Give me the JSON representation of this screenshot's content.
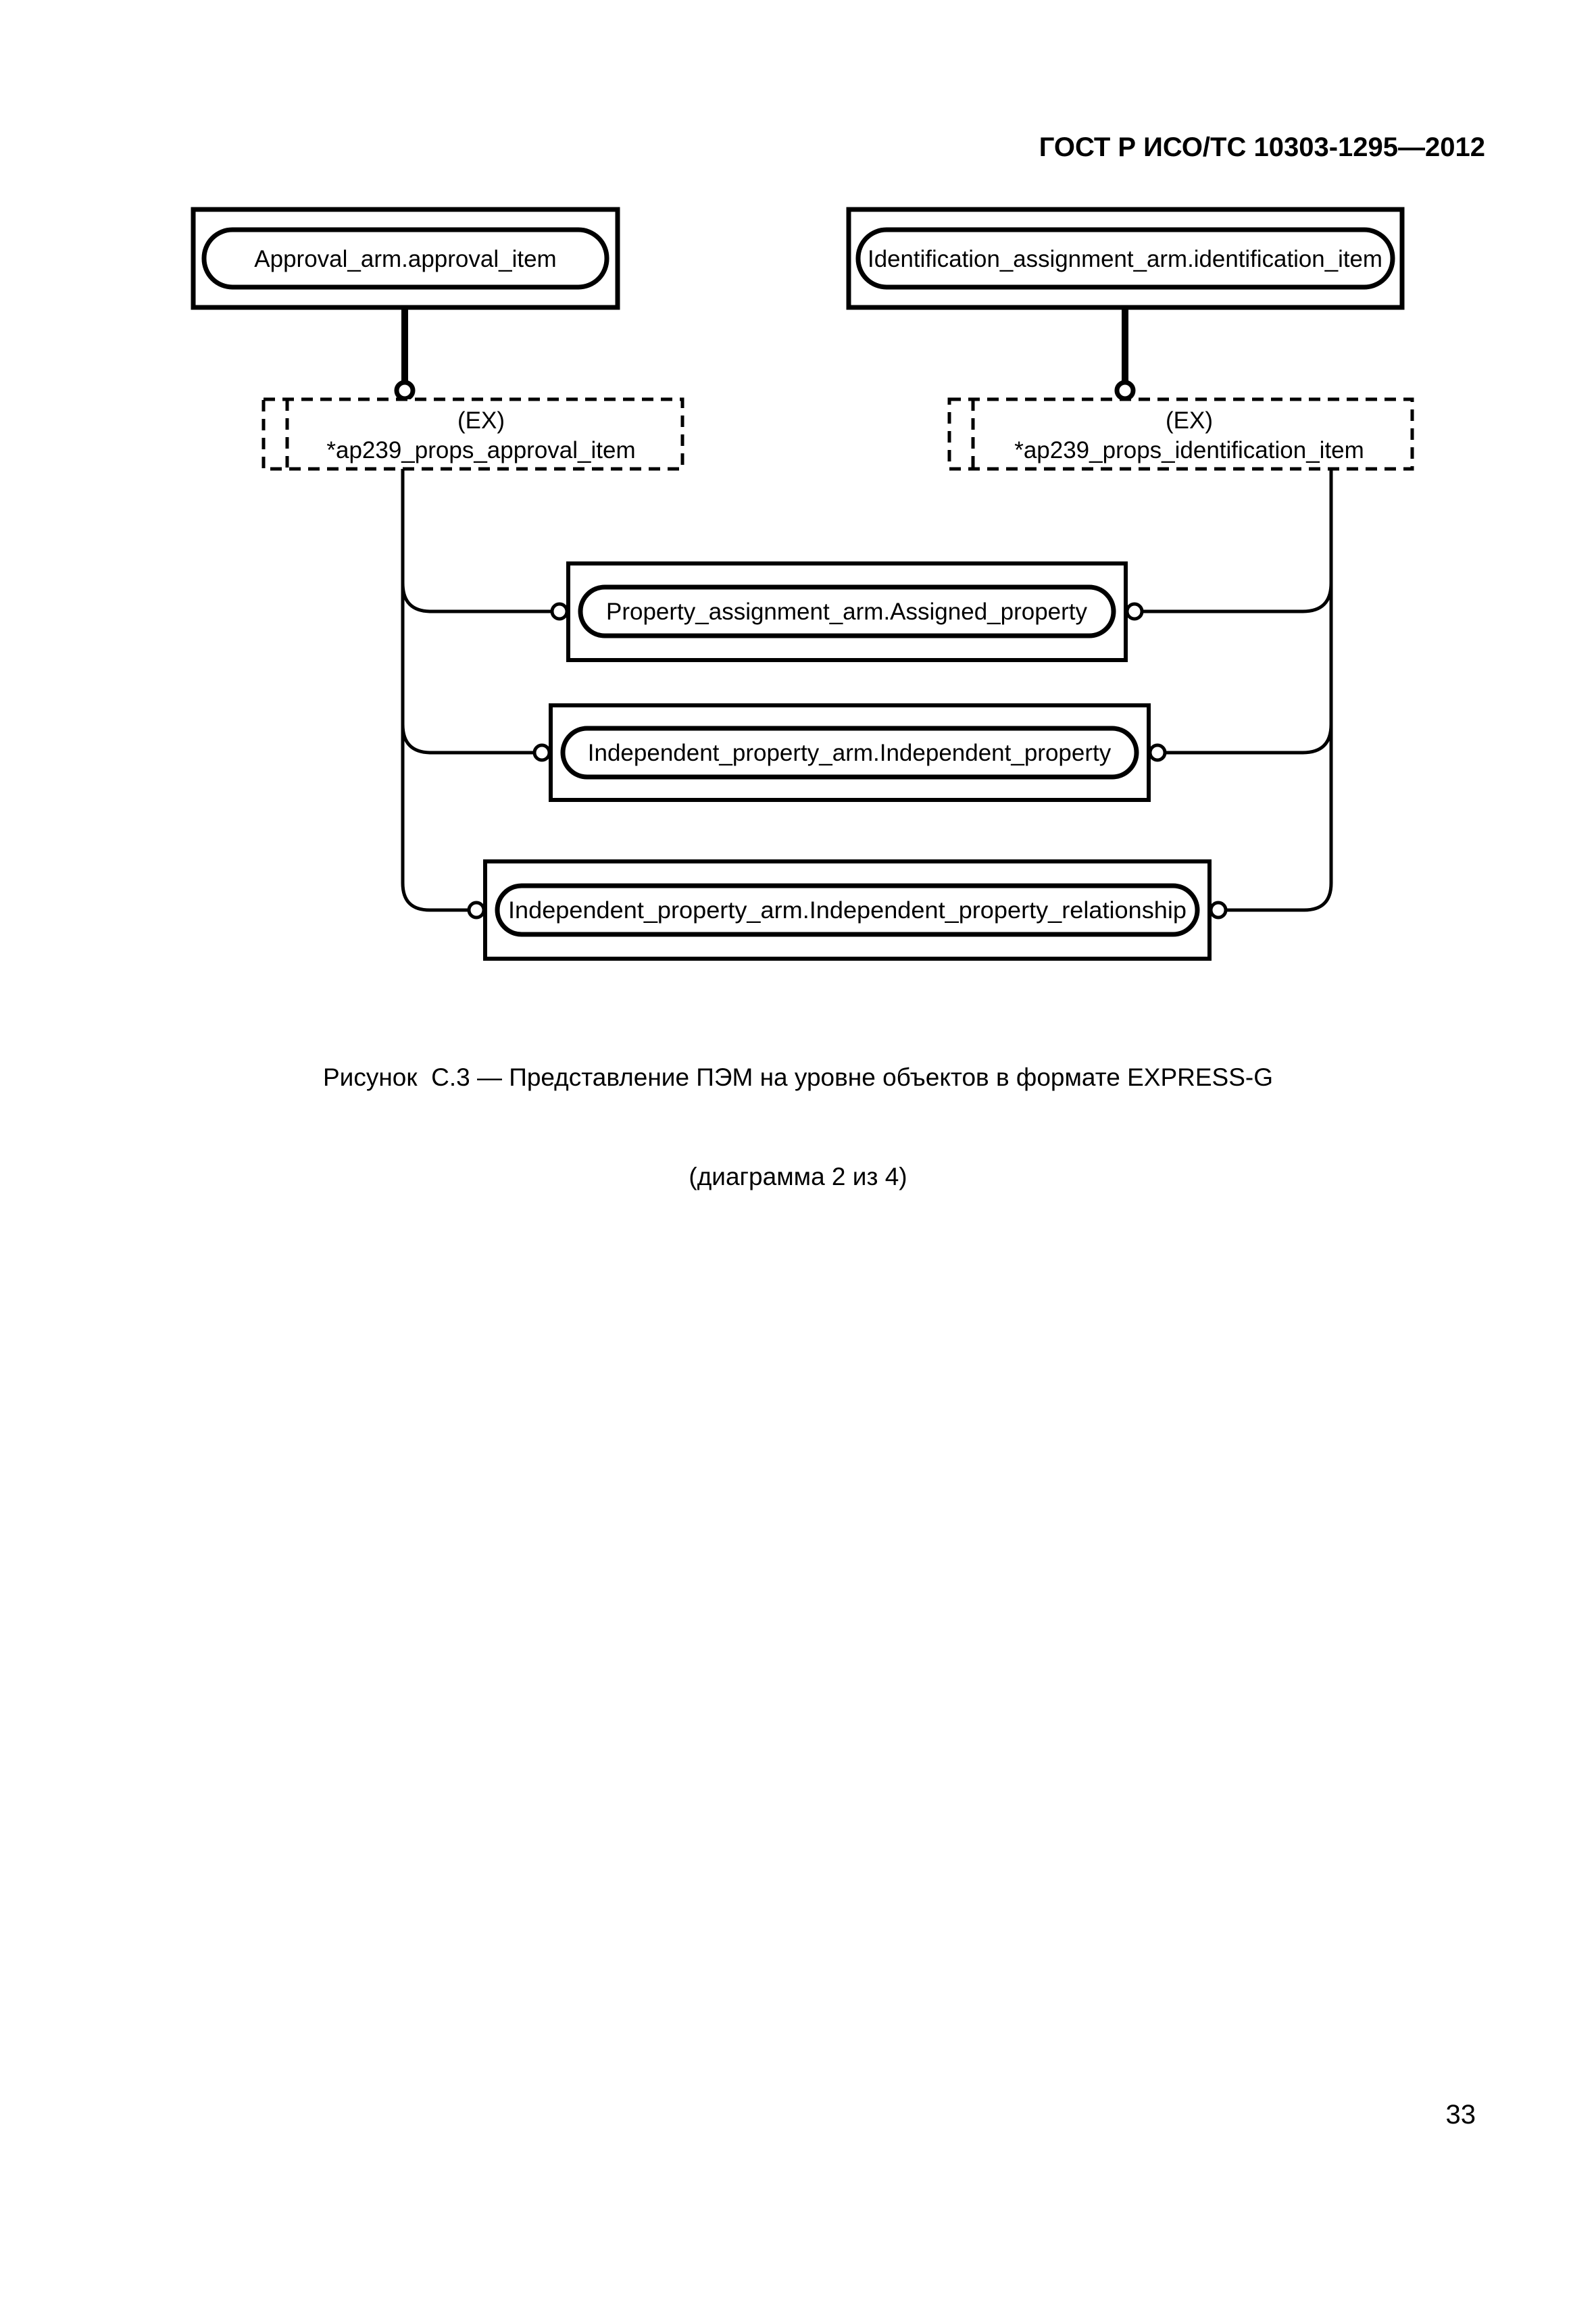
{
  "page": {
    "header": "ГОСТ Р ИСО/ТС 10303-1295—2012",
    "page_number": "33",
    "colors": {
      "ink": "#000000",
      "paper": "#ffffff"
    }
  },
  "diagram": {
    "type": "EXPRESS-G entity level model",
    "top_entities": [
      {
        "label": "Approval_arm.approval_item"
      },
      {
        "label": "Identification_assignment_arm.identification_item"
      }
    ],
    "schema_refs": [
      {
        "line1": "(EX)",
        "line2": "*ap239_props_approval_item"
      },
      {
        "line1": "(EX)",
        "line2": "*ap239_props_identification_item"
      }
    ],
    "entities": [
      {
        "label": "Property_assignment_arm.Assigned_property"
      },
      {
        "label": "Independent_property_arm.Independent_property"
      },
      {
        "label": "Independent_property_arm.Independent_property_relationship"
      }
    ]
  },
  "caption": {
    "line1": "Рисунок  С.3 — Представление ПЭМ на уровне объектов в формате EXPRESS-G",
    "line2": "(диаграмма 2 из 4)"
  }
}
